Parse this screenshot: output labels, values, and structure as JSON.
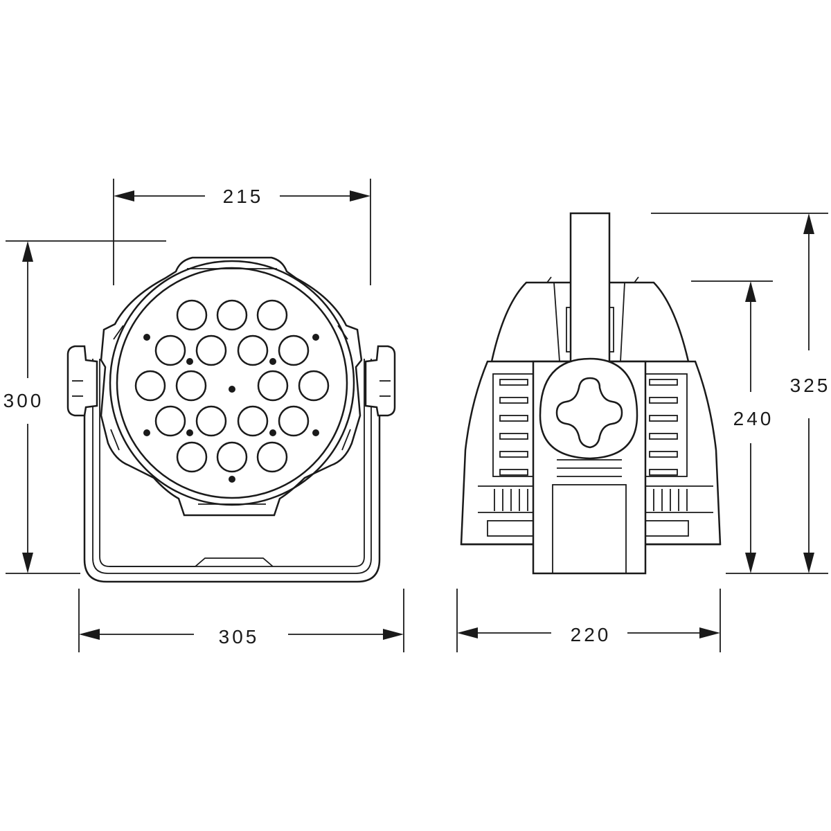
{
  "dimensions": {
    "front_lens_width": "215",
    "front_height": "300",
    "front_base_width": "305",
    "side_total_height": "325",
    "side_body_height": "240",
    "side_width": "220"
  },
  "colors": {
    "line": "#1a1a1a",
    "background": "#ffffff"
  }
}
